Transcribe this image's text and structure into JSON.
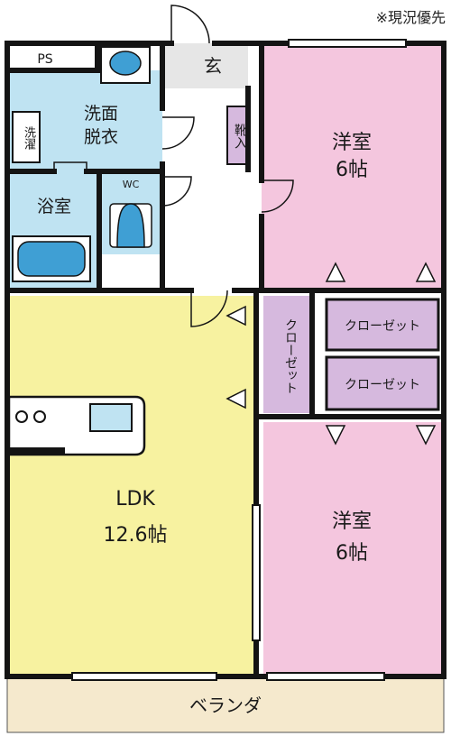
{
  "note": "※現況優先",
  "colors": {
    "wall": "#141414",
    "western_room": "#f4c6de",
    "ldk": "#f7f2a0",
    "water_area": "#bfe3f2",
    "closet": "#d6b9de",
    "veranda": "#f5e9cd",
    "fixture_blue": "#3f9fd4",
    "floor_white": "#ffffff",
    "entrance": "#e6e6e6"
  },
  "rooms": {
    "ps": "PS",
    "washroom_line1": "洗面",
    "washroom_line2": "脱衣",
    "washer": "洗濯",
    "bath": "浴室",
    "wc": "WC",
    "entrance": "玄",
    "shoe_box": "靴入",
    "western_room_top_line1": "洋室",
    "western_room_top_line2": "6帖",
    "closet_vertical": "クローゼット",
    "closet_1": "クローゼット",
    "closet_2": "クローゼット",
    "ldk_line1": "LDK",
    "ldk_line2": "12.6帖",
    "western_room_bottom_line1": "洋室",
    "western_room_bottom_line2": "6帖",
    "veranda": "ベランダ"
  }
}
